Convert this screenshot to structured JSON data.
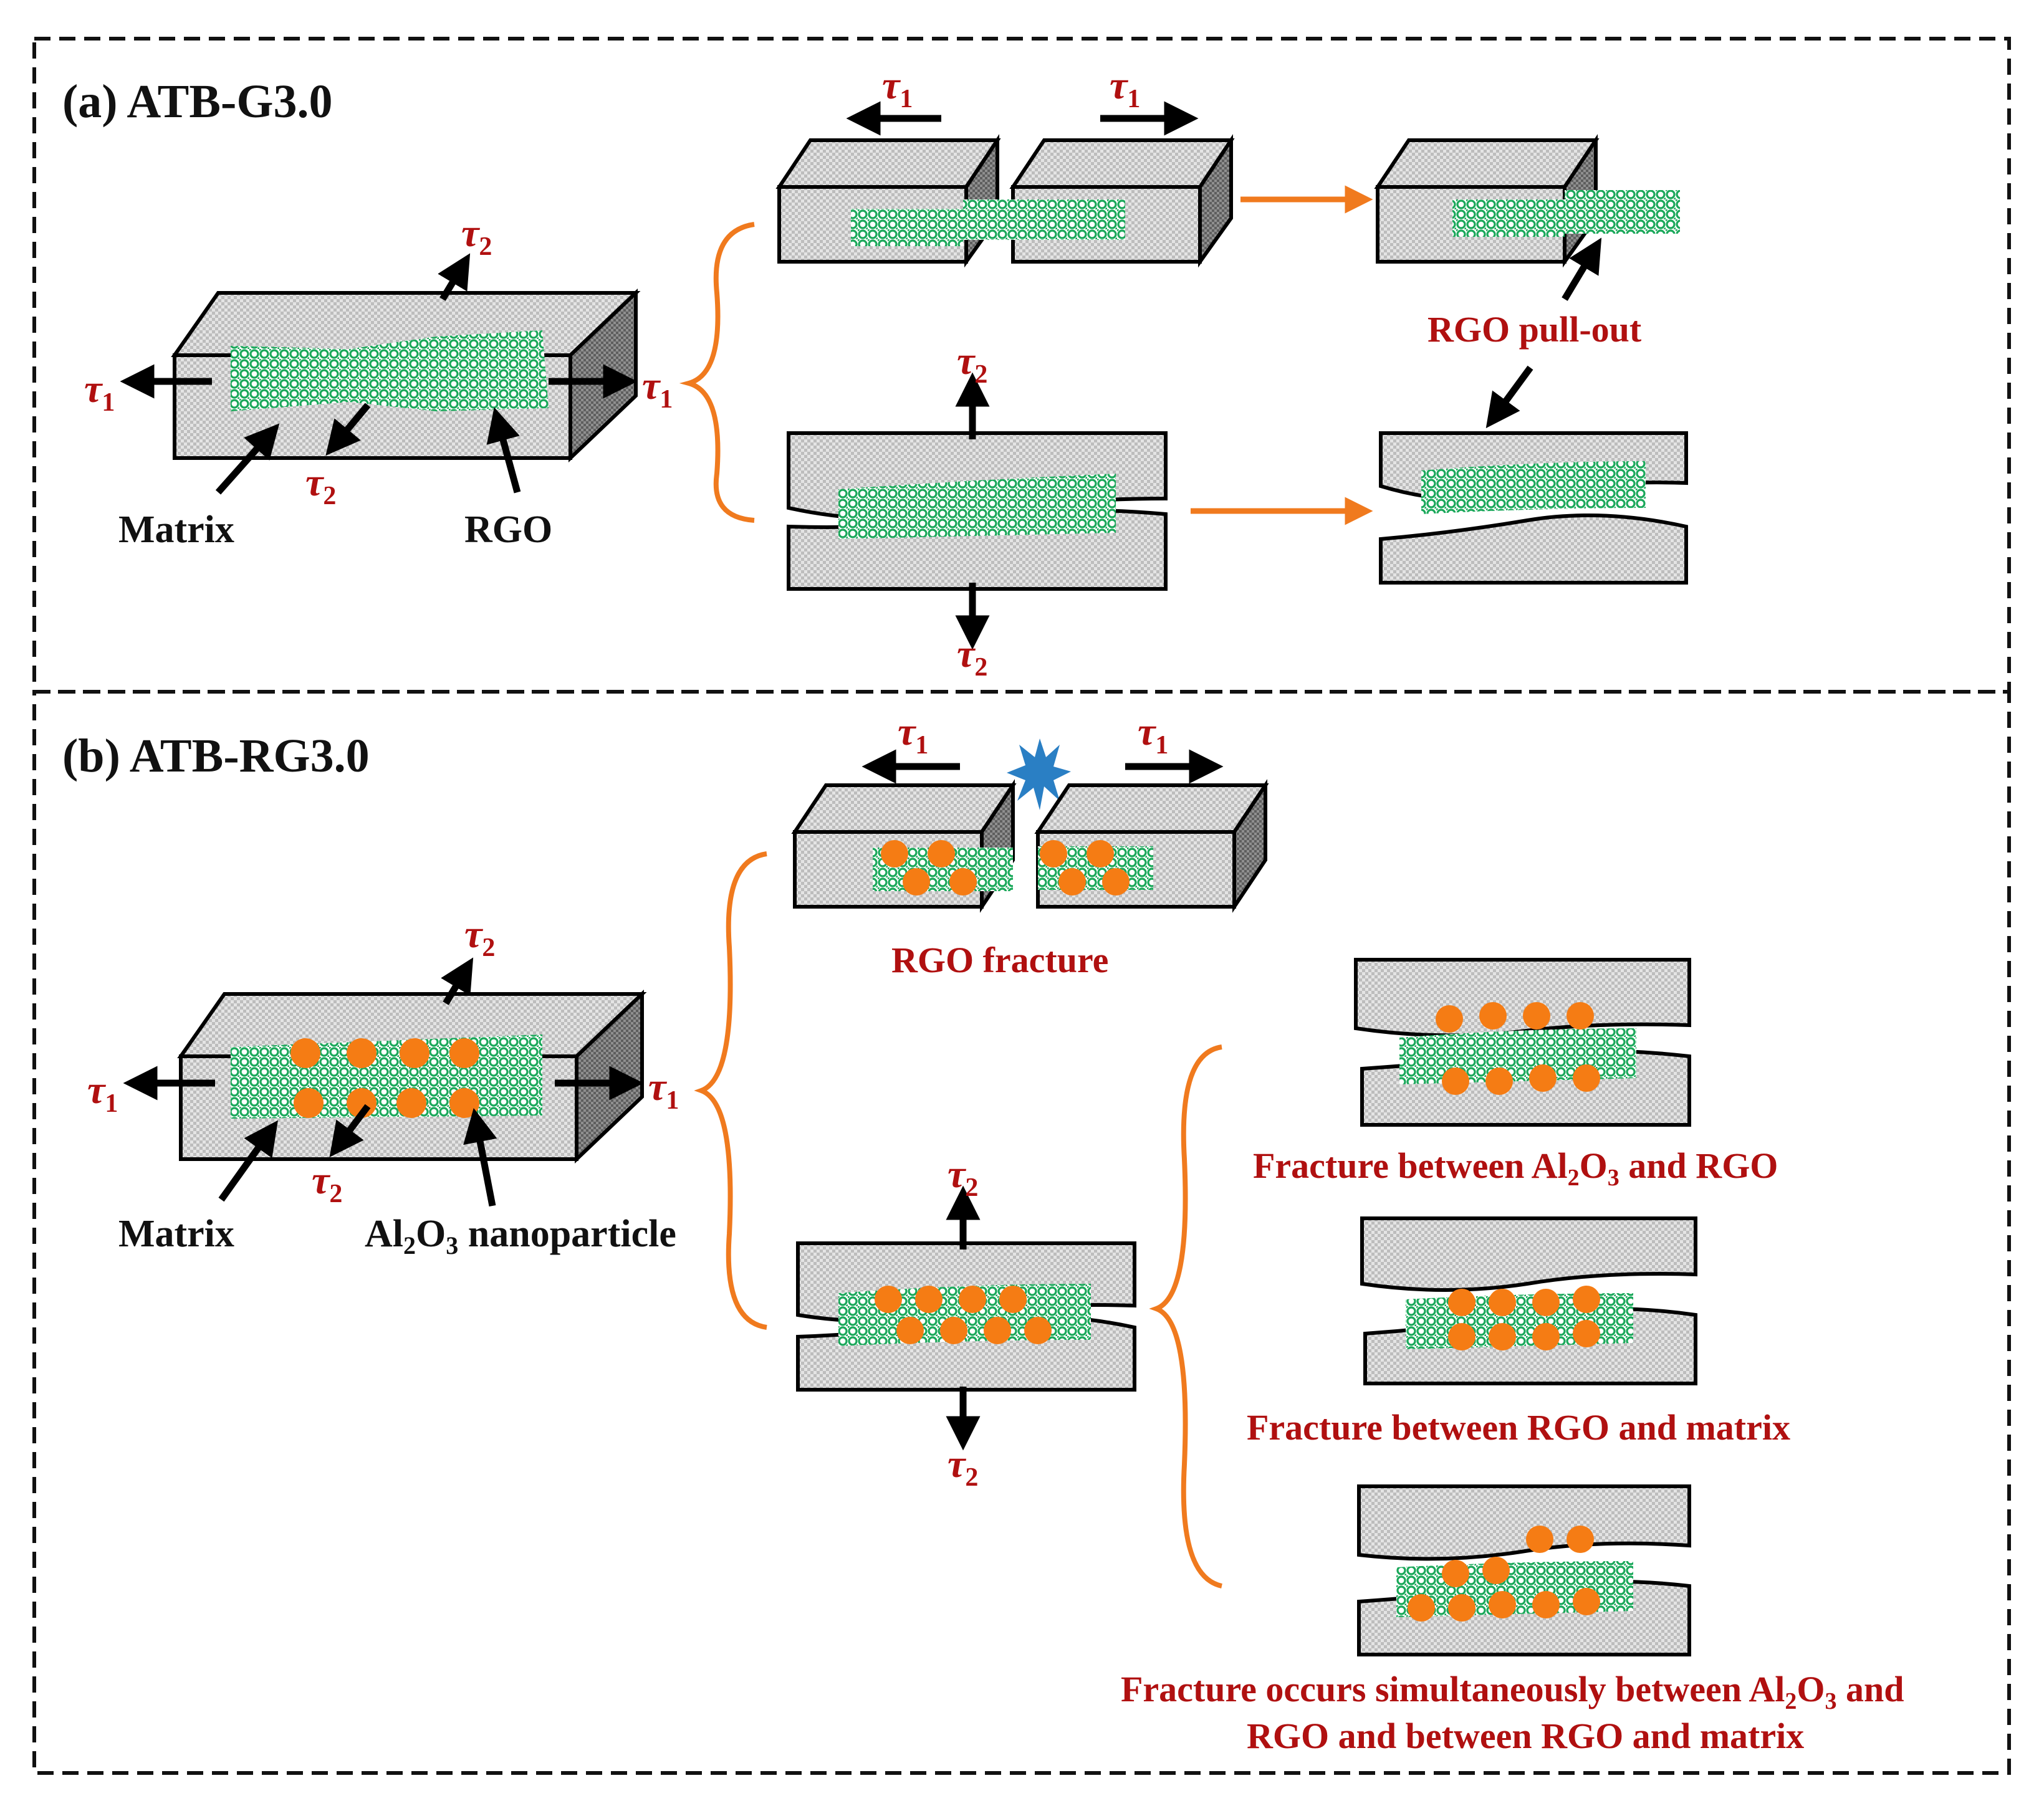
{
  "panel_a": {
    "title": "(a) ATB-G3.0",
    "tau1": "τ",
    "tau1_sub": "1",
    "tau2": "τ",
    "tau2_sub": "2",
    "matrix_label": "Matrix",
    "rgo_label": "RGO",
    "pullout_label": "RGO pull-out"
  },
  "panel_b": {
    "title": "(b) ATB-RG3.0",
    "matrix_label": "Matrix",
    "al2o3_label_a": "Al",
    "al2o3_label_2": "2",
    "al2o3_label_o": "O",
    "al2o3_label_3": "3",
    "al2o3_label_rest": " nanoparticle",
    "rgo_fracture_label": "RGO fracture",
    "case1_a": "Fracture between Al",
    "case1_b": "O",
    "case1_c": " and RGO",
    "case2": "Fracture between RGO and matrix",
    "case3_line1_a": "Fracture occurs simultaneously between Al",
    "case3_line1_b": "O",
    "case3_line1_c": " and",
    "case3_line2": "RGO and between RGO and matrix",
    "sub2": "2",
    "sub3": "3"
  },
  "colors": {
    "rgo_green": "#1aa85a",
    "al2o3_orange": "#f57c14",
    "flow_orange": "#f07a1e",
    "label_red": "#b01010",
    "spark_blue": "#2a7fc4"
  }
}
